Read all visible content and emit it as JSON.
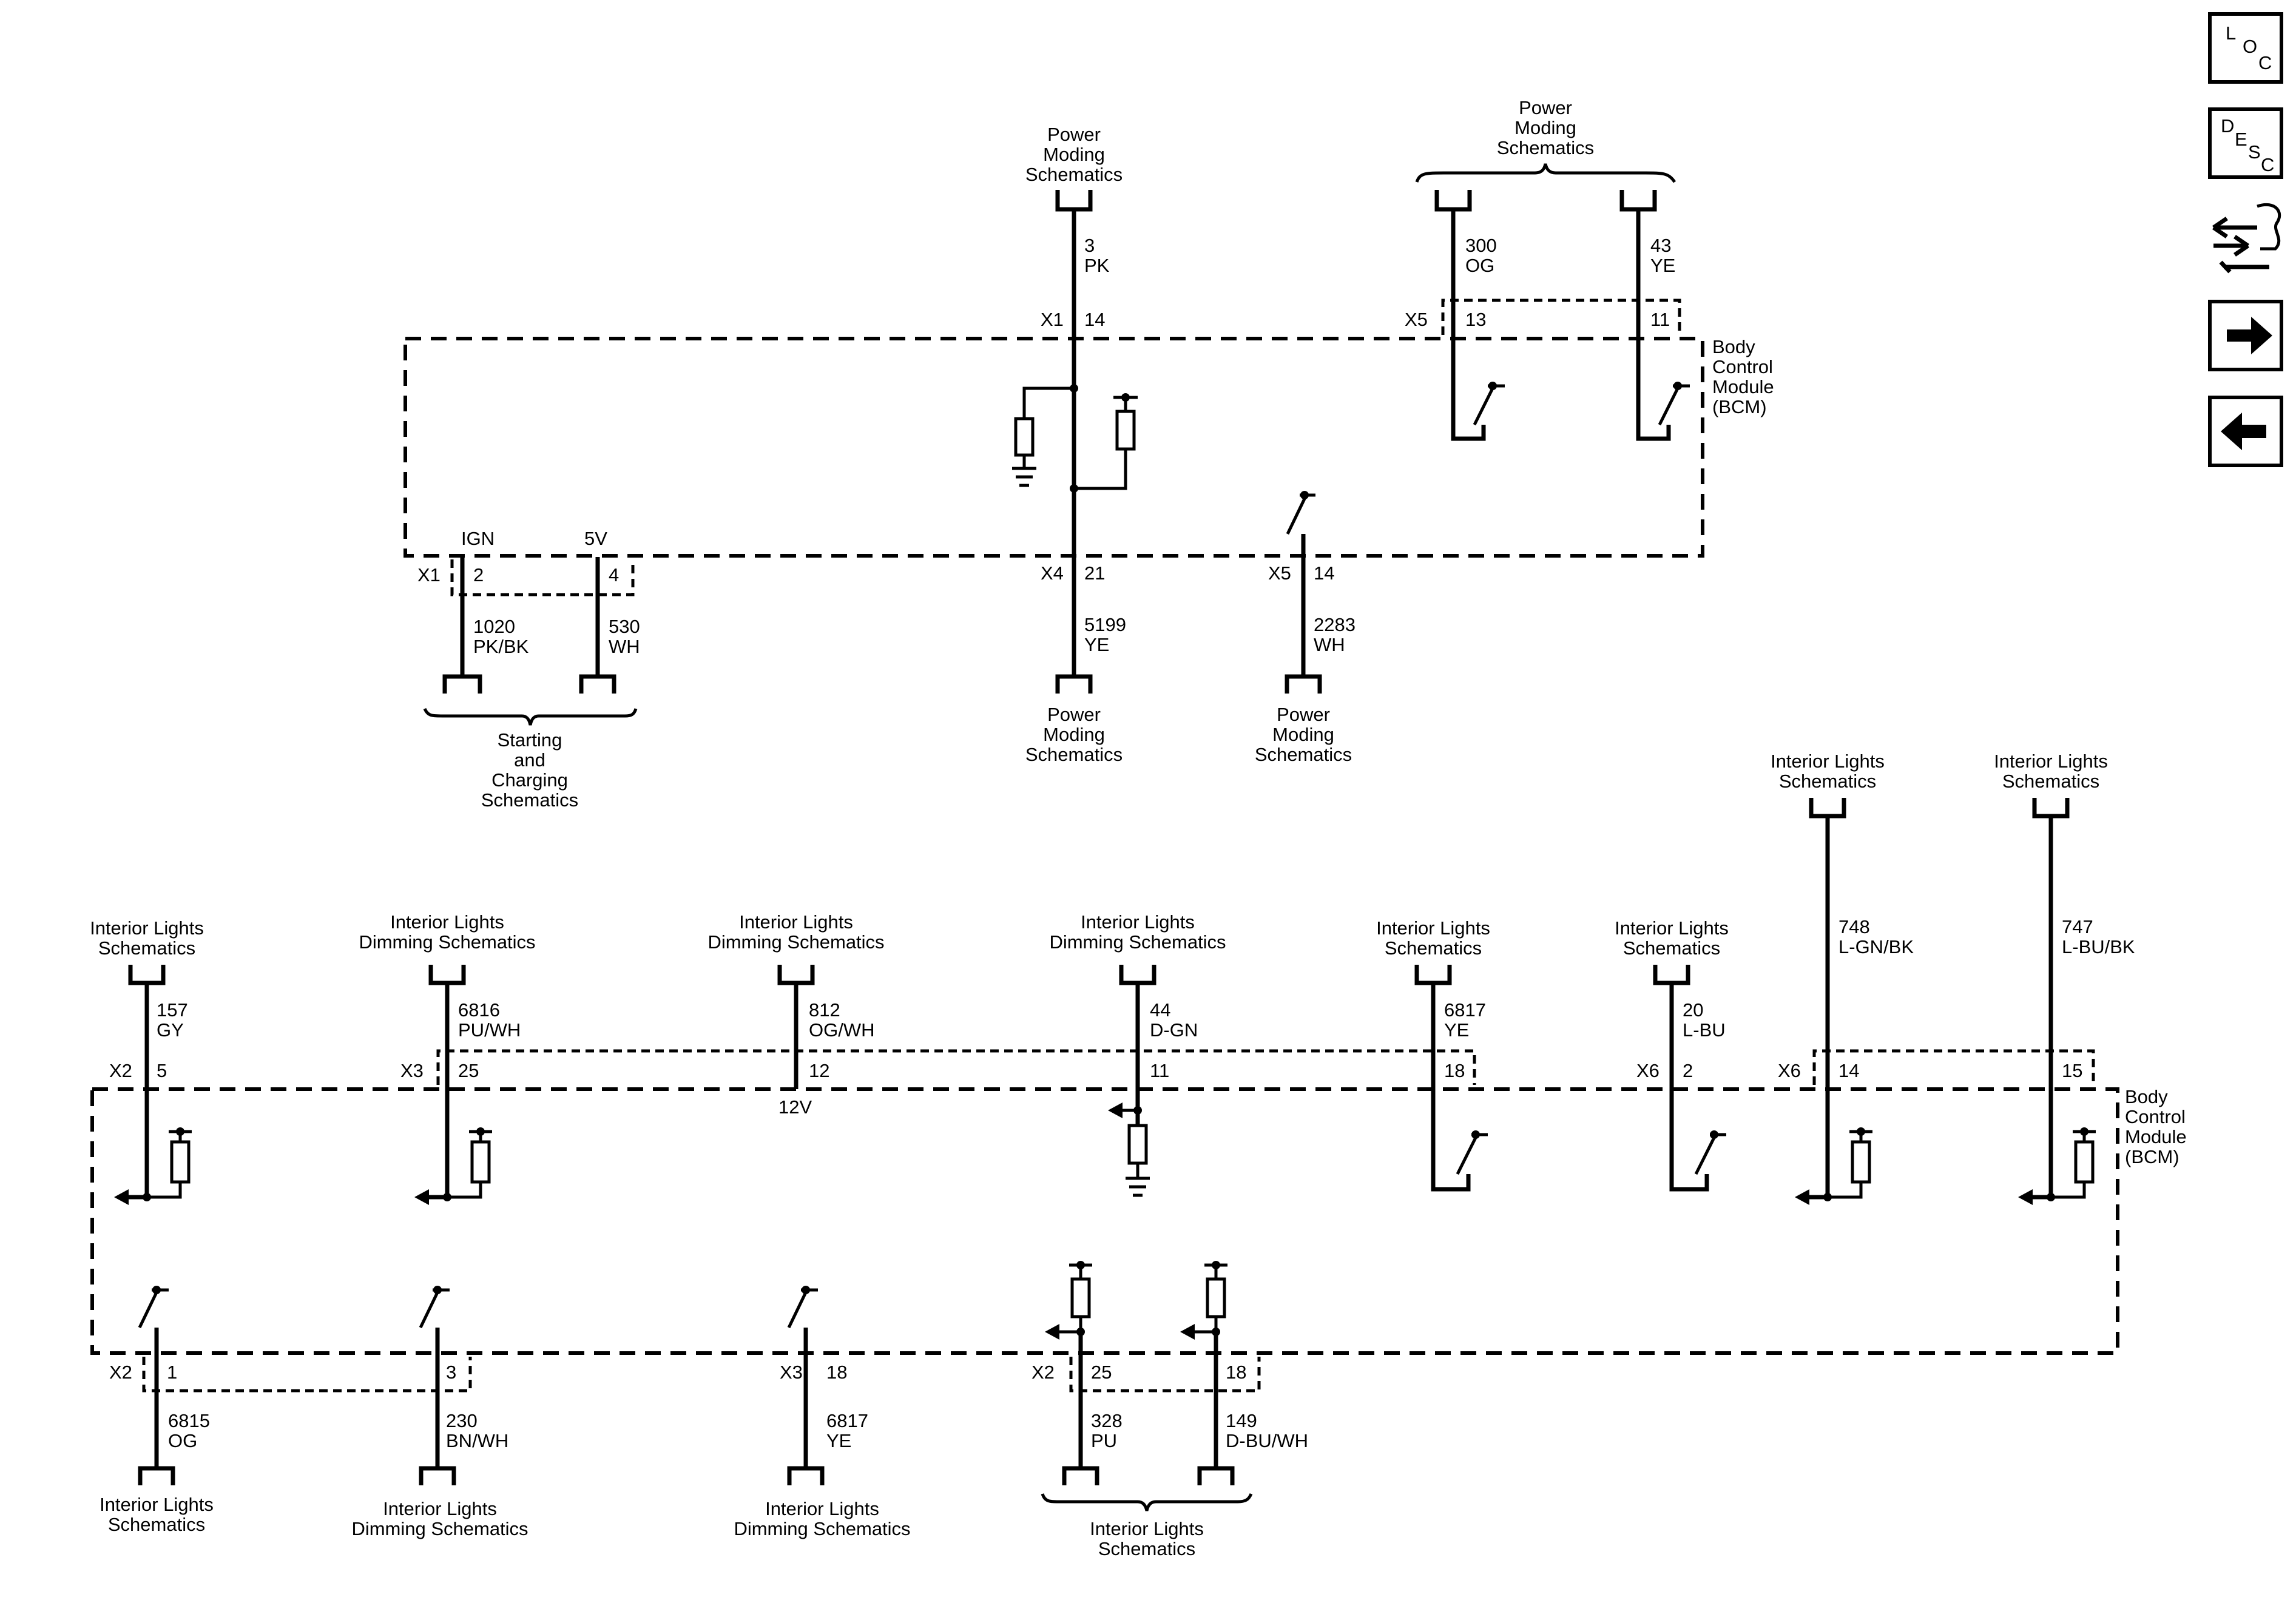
{
  "schematic": {
    "power_moding": "Power|Moding|Schematics",
    "starting_charging": "Starting|and|Charging|Schematics",
    "interior_lights": "Interior Lights|Schematics",
    "interior_dimming": "Interior Lights|Dimming Schematics",
    "bcm": "Body|Control|Module|(BCM)"
  },
  "nav": {
    "loc_top": "L",
    "loc_o": "O",
    "loc_c": "C",
    "desc_d": "D",
    "desc_e": "E",
    "desc_s": "S",
    "desc_c": "C"
  },
  "upper": {
    "c1": {
      "num": "3",
      "color": "PK",
      "conn": "X1",
      "pin": "14"
    },
    "c2": {
      "num": "300",
      "color": "OG",
      "conn": "X5",
      "pin": "13"
    },
    "c3": {
      "num": "43",
      "color": "YE",
      "pin": "11"
    },
    "c4": {
      "num": "1020",
      "color": "PK/BK",
      "conn": "X1",
      "pin": "2",
      "sig": "IGN"
    },
    "c5": {
      "num": "530",
      "color": "WH",
      "pin": "4",
      "sig": "5V"
    },
    "c6": {
      "num": "5199",
      "color": "YE",
      "conn": "X4",
      "pin": "21"
    },
    "c7": {
      "num": "2283",
      "color": "WH",
      "conn": "X5",
      "pin": "14"
    }
  },
  "lower_top": [
    {
      "num": "157",
      "color": "GY",
      "conn": "X2",
      "pin": "5"
    },
    {
      "num": "6816",
      "color": "PU/WH",
      "conn": "X3",
      "pin": "25"
    },
    {
      "num": "812",
      "color": "OG/WH",
      "pin": "12",
      "sig": "12V"
    },
    {
      "num": "44",
      "color": "D-GN",
      "pin": "11"
    },
    {
      "num": "6817",
      "color": "YE",
      "pin": "18"
    },
    {
      "num": "20",
      "color": "L-BU",
      "conn": "X6",
      "pin": "2"
    },
    {
      "num": "748",
      "color": "L-GN/BK",
      "conn": "X6",
      "pin": "14"
    },
    {
      "num": "747",
      "color": "L-BU/BK",
      "pin": "15"
    }
  ],
  "lower_bottom": [
    {
      "num": "6815",
      "color": "OG",
      "conn": "X2",
      "pin": "1"
    },
    {
      "num": "230",
      "color": "BN/WH",
      "pin": "3"
    },
    {
      "num": "6817",
      "color": "YE",
      "conn": "X3",
      "pin": "18"
    },
    {
      "num": "328",
      "color": "PU",
      "conn": "X2",
      "pin": "25"
    },
    {
      "num": "149",
      "color": "D-BU/WH",
      "pin": "18"
    }
  ]
}
